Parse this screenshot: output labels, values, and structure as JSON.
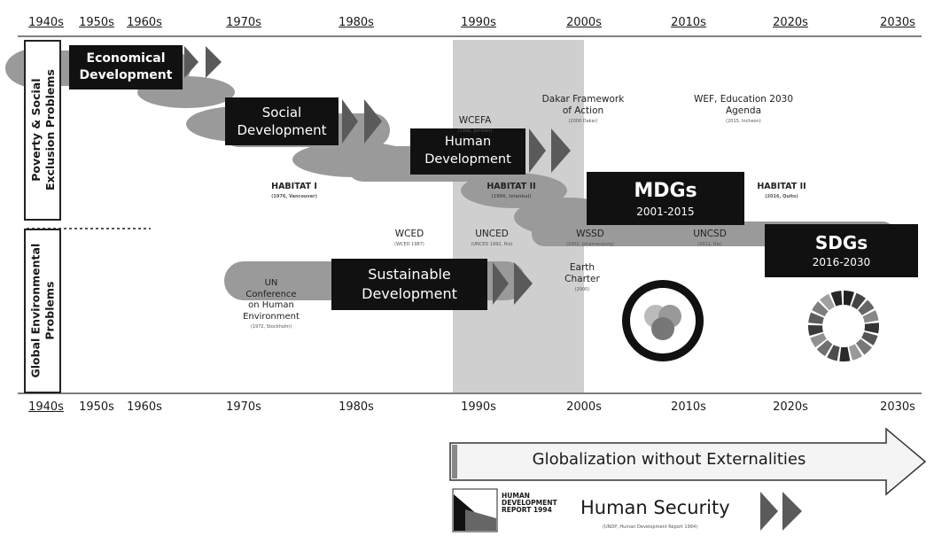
{
  "top_axis": {
    "decades": [
      {
        "label": "1940s",
        "underline": true
      },
      {
        "label": "1950s",
        "underline": true
      },
      {
        "label": "1960s",
        "underline": true
      },
      {
        "label": "1970s",
        "underline": true
      },
      {
        "label": "1980s",
        "underline": true
      },
      {
        "label": "1990s",
        "underline": true
      },
      {
        "label": "2000s",
        "underline": true
      },
      {
        "label": "2010s",
        "underline": true
      },
      {
        "label": "2020s",
        "underline": true
      },
      {
        "label": "2030s",
        "underline": true
      }
    ]
  },
  "bottom_axis": {
    "decades": [
      {
        "label": "1940s",
        "underline": true
      },
      {
        "label": "1950s",
        "underline": false
      },
      {
        "label": "1960s",
        "underline": false
      },
      {
        "label": "1970s",
        "underline": false
      },
      {
        "label": "1980s",
        "underline": false
      },
      {
        "label": "1990s",
        "underline": false
      },
      {
        "label": "2000s",
        "underline": false
      },
      {
        "label": "2010s",
        "underline": false
      },
      {
        "label": "2020s",
        "underline": false
      },
      {
        "label": "2030s",
        "underline": false
      }
    ]
  },
  "side_labels": {
    "poverty": "Poverty & Social\nExclusion Problems",
    "environment": "Global Environmental\nProblems"
  },
  "phases": {
    "economical": "Economical\nDevelopment",
    "social": "Social\nDevelopment",
    "human": "Human\nDevelopment",
    "sustainable": "Sustainable\nDevelopment",
    "mdgs_title": "MDGs",
    "mdgs_years": "2001-2015",
    "sdgs_title": "SDGs",
    "sdgs_years": "2016-2030"
  },
  "events": {
    "wcefa": "WCEFA",
    "wcefa_sub": "(1990, Jomtien)",
    "dakar": "Dakar Framework\nof Action",
    "dakar_sub": "(2000 Dakar)",
    "wef": "WEF, Education 2030\nAgenda",
    "wef_sub": "(2015, Incheon)",
    "habitat1": "HABITAT I",
    "habitat1_sub": "(1976, Vancouver)",
    "habitat2": "HABITAT II",
    "habitat2_sub": "(1996, Istanbul)",
    "habitat3": "HABITAT II",
    "habitat3_sub": "(2016, Quito)",
    "wced": "WCED",
    "wced_sub": "(WCED 1987)",
    "unced": "UNCED",
    "unced_sub": "(UNCED 1992, Rio)",
    "wssd": "WSSD",
    "wssd_sub": "(2002, Johannesburg)",
    "uncsd": "UNCSD",
    "uncsd_sub": "(2012, Rio)",
    "earth_charter": "Earth\nCharter",
    "earth_charter_sub": "(2000)",
    "un_conf": "UN\nConference\non Human\nEnvironment",
    "un_conf_sub": "(1972, Stockholm)"
  },
  "bottom": {
    "globalization": "Globalization without Externalities",
    "hdr_logo_text": "HUMAN\nDEVELOPMENT\nREPORT 1994",
    "human_security": "Human Security",
    "human_security_sub": "(UNDP, Human Development Report 1994)"
  },
  "colors": {
    "band": "#9a9a9a",
    "highlight": "#cfcfcf",
    "box": "#111111",
    "arrow": "#5a5a5a"
  }
}
